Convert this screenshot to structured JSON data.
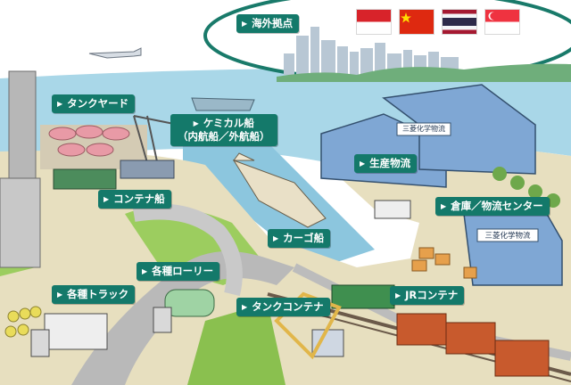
{
  "labels": {
    "overseas": "海外拠点",
    "tank_yard": "タンクヤード",
    "chemical_ship_1": "ケミカル船",
    "chemical_ship_2": "（内航船／外航船）",
    "container_ship": "コンテナ船",
    "production_logistics": "生産物流",
    "warehouse_center": "倉庫／物流センター",
    "cargo_ship": "カーゴ船",
    "lorries": "各種ローリー",
    "trucks": "各種トラック",
    "tank_container": "タンクコンテナ",
    "jr_container": "JRコンテナ"
  },
  "signs": {
    "building_1": "三菱化学物流",
    "building_2": "三菱化学物流"
  },
  "flags": [
    {
      "country": "indonesia-flag-icon"
    },
    {
      "country": "china-flag-icon"
    },
    {
      "country": "thailand-flag-icon"
    },
    {
      "country": "singapore-flag-icon"
    }
  ],
  "colors": {
    "label_bg": "#14796a",
    "sea": "#a9d7e8",
    "land": "#e7dfbf",
    "grass": "#9ccd5f"
  }
}
